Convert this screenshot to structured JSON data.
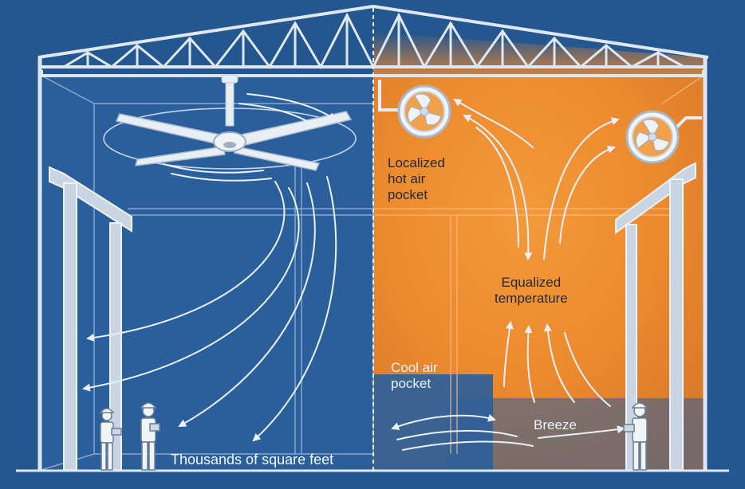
{
  "labels": {
    "hot_air_pocket": [
      "Localized",
      "hot air",
      "pocket"
    ],
    "equalized_temperature": [
      "Equalized",
      "temperature"
    ],
    "cool_air_pocket": [
      "Cool air",
      "pocket"
    ],
    "breeze": "Breeze",
    "thousands_of_square_feet": "Thousands of square feet"
  },
  "colors": {
    "background_blue": "#24568f",
    "interior_blue": "#2a5f9c",
    "hot_orange": "#ef8a2c",
    "steel": "#d9e2ec",
    "airflow": "#e8f1fb"
  },
  "icons": {
    "ceiling_fan": "ceiling-fan-icon",
    "wall_fan": "wall-fan-icon",
    "worker": "worker-icon"
  }
}
